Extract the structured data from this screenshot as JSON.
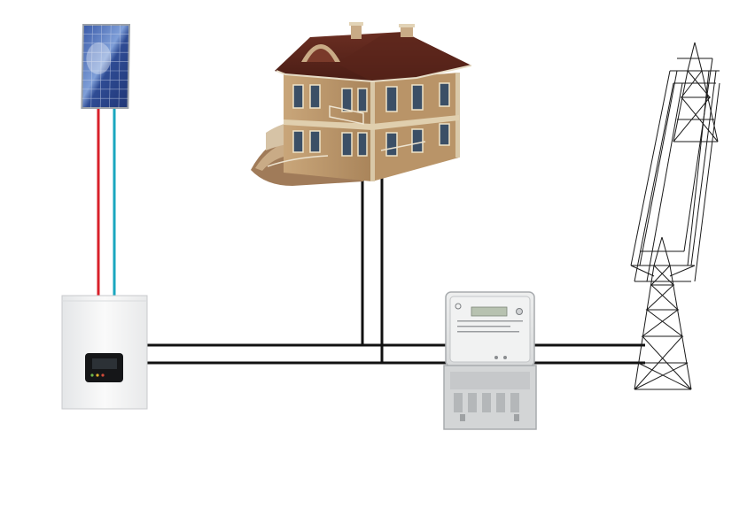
{
  "diagram": {
    "components": [
      {
        "id": "solar-panel",
        "icon": "solar-panel-icon"
      },
      {
        "id": "house",
        "icon": "house-icon"
      },
      {
        "id": "inverter",
        "icon": "inverter-icon"
      },
      {
        "id": "electricity-meter",
        "icon": "electric-meter-icon"
      },
      {
        "id": "power-grid",
        "icon": "transmission-tower-icon"
      }
    ],
    "connections": [
      {
        "from": "solar-panel",
        "to": "inverter"
      },
      {
        "from": "inverter",
        "to": "electricity-meter"
      },
      {
        "from": "house",
        "to": "inverter"
      },
      {
        "from": "electricity-meter",
        "to": "power-grid"
      }
    ]
  },
  "colors": {
    "dc_positive": "#d8202a",
    "dc_negative": "#1aa7bf",
    "ac_wire": "#111111",
    "background": "#ffffff"
  }
}
